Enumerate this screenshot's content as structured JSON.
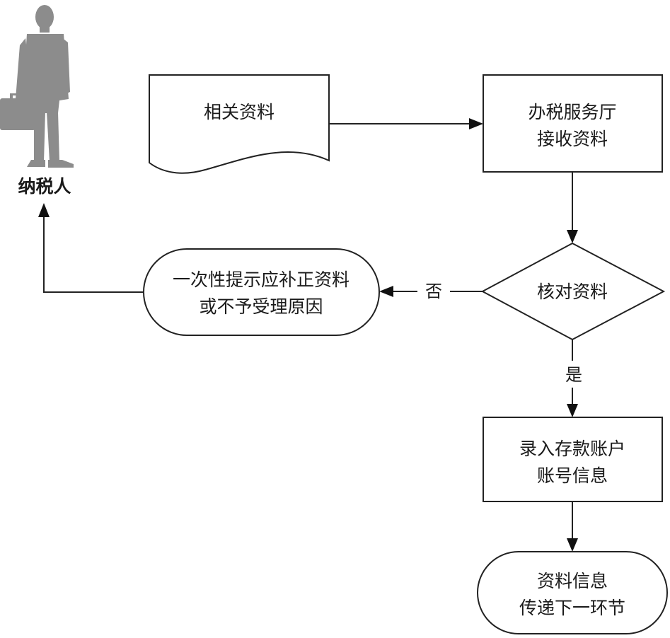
{
  "actor": {
    "label": "纳税人",
    "icon": "person-silhouette-with-briefcase"
  },
  "nodes": {
    "documents": {
      "lines": [
        "相关资料"
      ]
    },
    "receive": {
      "lines": [
        "办税服务厅",
        "接收资料"
      ]
    },
    "verify": {
      "lines": [
        "核对资料"
      ]
    },
    "notify": {
      "lines": [
        "一次性提示应补正资料",
        "或不予受理原因"
      ]
    },
    "record": {
      "lines": [
        "录入存款账户",
        "账号信息"
      ]
    },
    "transfer": {
      "lines": [
        "资料信息",
        "传递下一环节"
      ]
    }
  },
  "edges": {
    "no_label": "否",
    "yes_label": "是"
  },
  "colors": {
    "silhouette": "#8c8c8c",
    "stroke": "#222222",
    "text": "#1a1a1a"
  }
}
